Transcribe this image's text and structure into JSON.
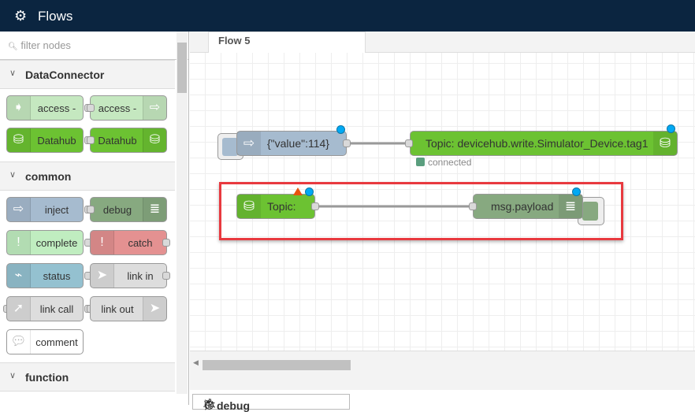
{
  "header": {
    "title": "Flows",
    "logo_icon": "node-red-logo"
  },
  "palette": {
    "filter_placeholder": "filter nodes",
    "sections": [
      {
        "name": "DataConnector",
        "nodes": [
          "access -",
          "access -",
          "Datahub",
          "Datahub"
        ]
      },
      {
        "name": "common",
        "nodes": [
          "inject",
          "debug",
          "complete",
          "catch",
          "status",
          "link in",
          "link call",
          "link out",
          "comment"
        ]
      },
      {
        "name": "function"
      }
    ]
  },
  "workspace": {
    "tab": "Flow 5",
    "nodes": {
      "inject": "{\"value\":114}",
      "write": "Topic: devicehub.write.Simulator_Device.tag1",
      "write_status": "connected",
      "read": "Topic:",
      "debug": "msg.payload"
    },
    "colors": {
      "inject": "#a6bbcf",
      "datahub": "#6cc232",
      "debug": "#87a980",
      "highlight": "#e8393f",
      "status": "#5a9e7e"
    }
  },
  "bottom": {
    "debug_tab": "debug"
  }
}
